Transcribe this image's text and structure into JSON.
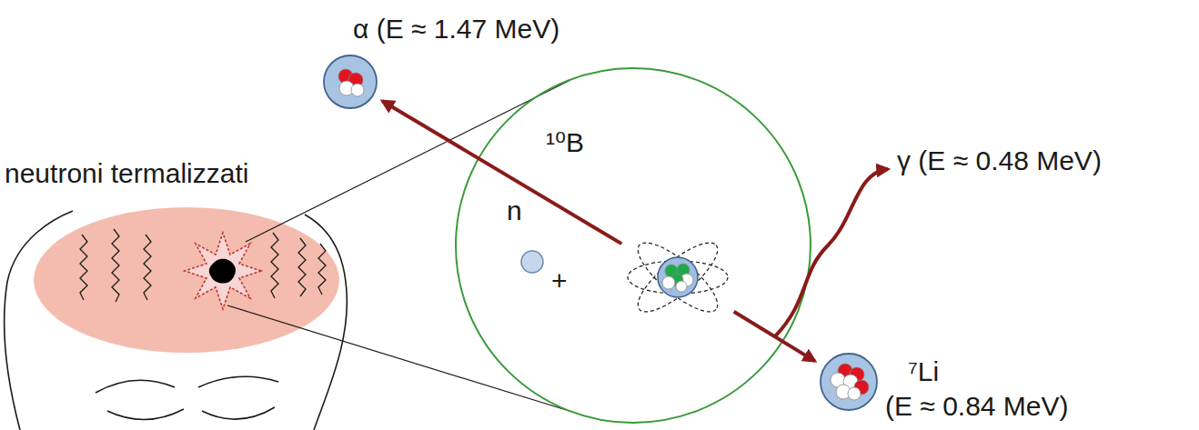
{
  "diagram": {
    "nodes": [
      {
        "text": [
          "α (E ≈ 1.47 MeV)"
        ]
      },
      {
        "text": [
          "n"
        ]
      },
      {
        "text": [
          "¹⁰B"
        ]
      },
      {
        "text": [
          "⁷Li",
          "(E ≈ 0.84 MeV)"
        ]
      }
    ],
    "edges": [
      {
        "from": 2,
        "to": 0,
        "arrow": "to"
      },
      {
        "from": 2,
        "to": 3,
        "arrow": "to"
      }
    ],
    "labels": [
      "neutroni termalizzati",
      "+",
      "γ (E ≈ 0.48 MeV)"
    ]
  }
}
